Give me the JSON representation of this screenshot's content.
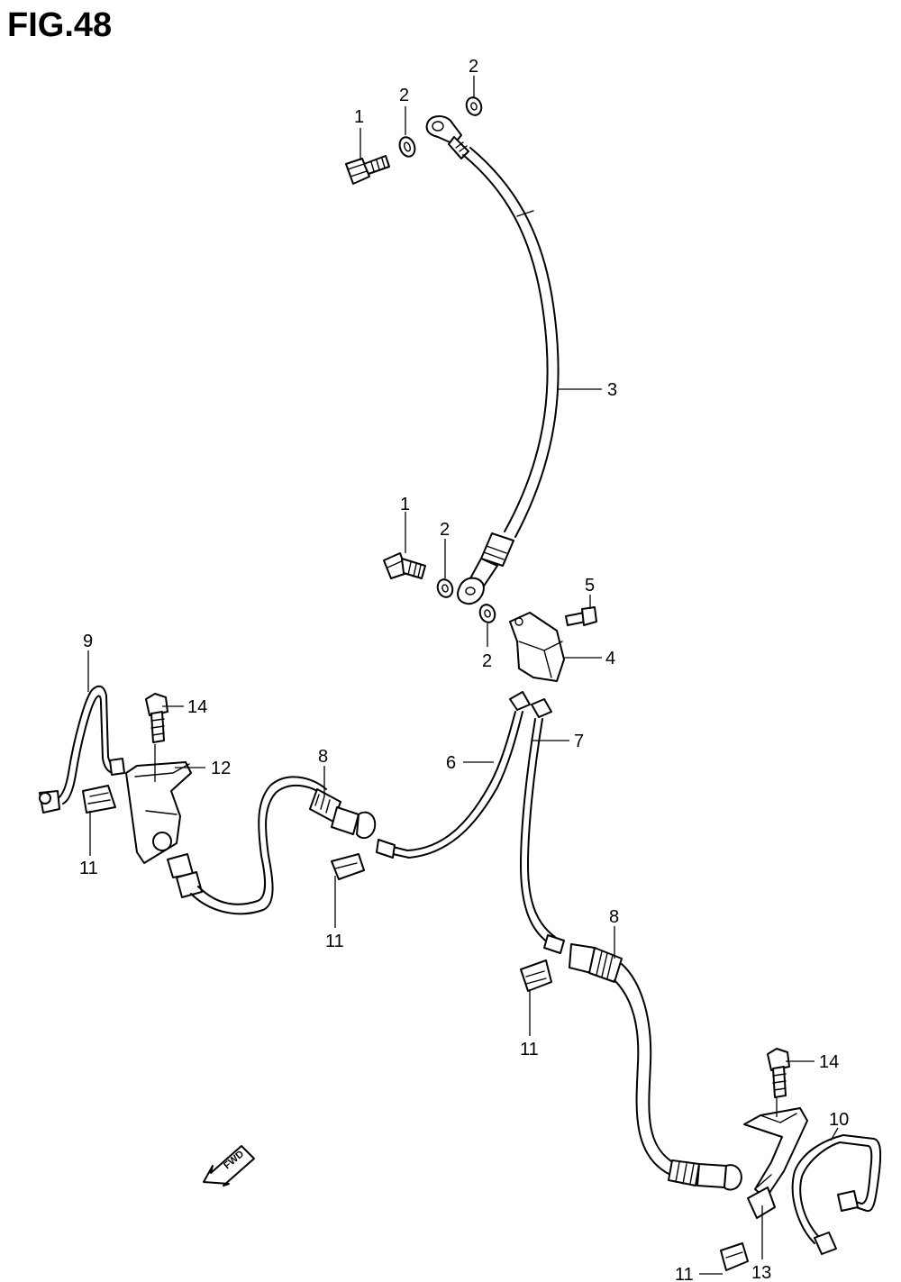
{
  "figure": {
    "title": "FIG.48",
    "fwd_label": "FWD"
  },
  "callouts": {
    "c1a": "1",
    "c2a": "2",
    "c2b": "2",
    "c3": "3",
    "c1b": "1",
    "c2c": "2",
    "c2d": "2",
    "c5": "5",
    "c4": "4",
    "c9": "9",
    "c14a": "14",
    "c12": "12",
    "c11a": "11",
    "c8a": "8",
    "c6": "6",
    "c7": "7",
    "c11b": "11",
    "c8b": "8",
    "c11c": "11",
    "c14b": "14",
    "c10": "10",
    "c11d": "11",
    "c13": "13"
  }
}
